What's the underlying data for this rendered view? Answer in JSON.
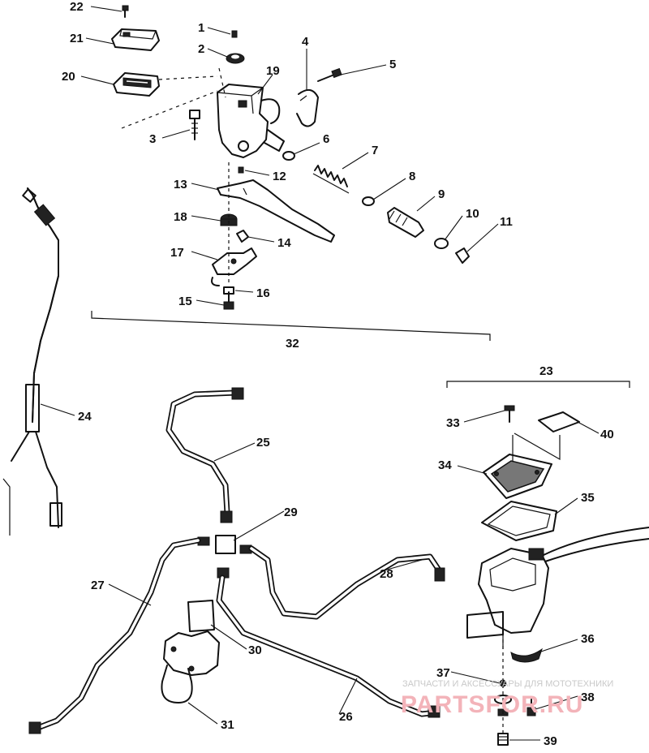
{
  "callouts": [
    "1",
    "2",
    "3",
    "4",
    "5",
    "6",
    "7",
    "8",
    "9",
    "10",
    "11",
    "12",
    "13",
    "14",
    "15",
    "16",
    "17",
    "18",
    "19",
    "20",
    "21",
    "22",
    "23",
    "24",
    "25",
    "26",
    "27",
    "28",
    "29",
    "30",
    "31",
    "32",
    "33",
    "34",
    "35",
    "36",
    "37",
    "38",
    "39",
    "40"
  ],
  "watermark": {
    "caption": "ЗАПЧАСТИ И АКСЕССУАРЫ ДЛЯ МОТОТЕХНИКИ",
    "logo": "PARTSFOR.RU"
  }
}
